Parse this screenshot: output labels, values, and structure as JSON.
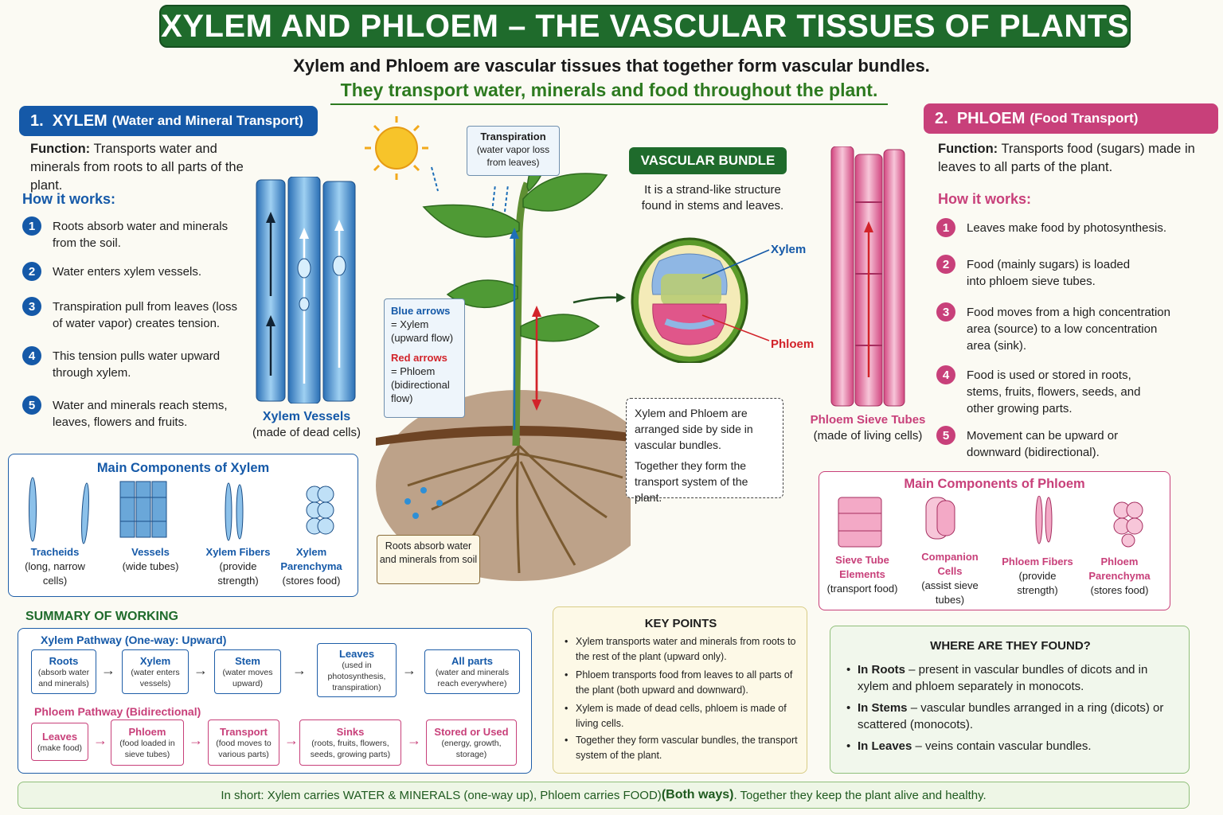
{
  "title": "XYLEM AND PHLOEM – THE VASCULAR TISSUES OF PLANTS",
  "subtitle_1": "Xylem and Phloem are vascular tissues that together form vascular bundles.",
  "subtitle_2": "They transport water, minerals and food throughout the plant.",
  "xylem": {
    "heading_num": "1.",
    "heading": "XYLEM",
    "heading_sub": "(Water and Mineral Transport)",
    "function_label": "Function:",
    "function_text": "Transports water and minerals from roots to all parts of the plant.",
    "how_label": "How it works:",
    "steps": [
      {
        "n": "1",
        "text": "Roots absorb water and minerals from the soil."
      },
      {
        "n": "2",
        "text": "Water enters xylem vessels."
      },
      {
        "n": "3",
        "text": "Transpiration pull from leaves (loss of water vapor) creates tension."
      },
      {
        "n": "4",
        "text": "This tension pulls water upward through xylem."
      },
      {
        "n": "5",
        "text": "Water and minerals reach stems, leaves, flowers and fruits."
      }
    ],
    "vessel_caption": "Xylem Vessels",
    "vessel_sub": "(made of dead cells)",
    "components_title": "Main Components of Xylem",
    "components": [
      {
        "name": "Tracheids",
        "desc": "(long, narrow cells)"
      },
      {
        "name": "Vessels",
        "desc": "(wide tubes)"
      },
      {
        "name": "Xylem Fibers",
        "desc": "(provide strength)"
      },
      {
        "name": "Xylem Parenchyma",
        "desc": "(stores food)"
      }
    ]
  },
  "phloem": {
    "heading_num": "2.",
    "heading": "PHLOEM",
    "heading_sub": "(Food Transport)",
    "function_label": "Function:",
    "function_text": "Transports food (sugars) made in leaves to all parts of the plant.",
    "how_label": "How it works:",
    "steps": [
      {
        "n": "1",
        "text": "Leaves make food by photosynthesis."
      },
      {
        "n": "2",
        "text": "Food (mainly sugars) is loaded into phloem sieve tubes."
      },
      {
        "n": "3",
        "text": "Food moves from a high concentration area (source) to a low concentration area (sink)."
      },
      {
        "n": "4",
        "text": "Food is used or stored in roots, stems, fruits, flowers, seeds, and other growing parts."
      },
      {
        "n": "5",
        "text": "Movement can be upward or downward (bidirectional)."
      }
    ],
    "tube_caption": "Phloem Sieve Tubes",
    "tube_sub": "(made of living cells)",
    "components_title": "Main Components of Phloem",
    "components": [
      {
        "name": "Sieve Tube Elements",
        "desc": "(transport food)"
      },
      {
        "name": "Companion Cells",
        "desc": "(assist sieve tubes)"
      },
      {
        "name": "Phloem Fibers",
        "desc": "(provide strength)"
      },
      {
        "name": "Phloem Parenchyma",
        "desc": "(stores food)"
      }
    ]
  },
  "center": {
    "transpiration_title": "Transpiration",
    "transpiration_desc": "(water vapor loss from leaves)",
    "blue_title": "Blue arrows",
    "blue_desc": "= Xylem (upward flow)",
    "red_title": "Red arrows",
    "red_desc": "= Phloem (bidirectional flow)",
    "roots_note": "Roots absorb water and minerals from soil",
    "vb_heading": "VASCULAR BUNDLE",
    "vb_desc": "It is a strand-like structure found in stems and leaves.",
    "label_xylem": "Xylem",
    "label_phloem": "Phloem",
    "vb_note_1": "Xylem and Phloem are arranged side by side in vascular bundles.",
    "vb_note_2": "Together they form the transport system of the plant."
  },
  "summary": {
    "title": "SUMMARY OF WORKING",
    "xylem_path_title": "Xylem Pathway (One-way: Upward)",
    "xylem_path": [
      {
        "t": "Roots",
        "d": "(absorb water and minerals)"
      },
      {
        "t": "Xylem",
        "d": "(water enters vessels)"
      },
      {
        "t": "Stem",
        "d": "(water moves upward)"
      },
      {
        "t": "Leaves",
        "d": "(used in photosynthesis, transpiration)"
      },
      {
        "t": "All parts",
        "d": "(water and minerals reach everywhere)"
      }
    ],
    "phloem_path_title": "Phloem Pathway (Bidirectional)",
    "phloem_path": [
      {
        "t": "Leaves",
        "d": "(make food)"
      },
      {
        "t": "Phloem",
        "d": "(food loaded in sieve tubes)"
      },
      {
        "t": "Transport",
        "d": "(food moves to various parts)"
      },
      {
        "t": "Sinks",
        "d": "(roots, fruits, flowers, seeds, growing parts)"
      },
      {
        "t": "Stored or Used",
        "d": "(energy, growth, storage)"
      }
    ]
  },
  "key_points": {
    "title": "KEY POINTS",
    "items": [
      "Xylem transports water and minerals from roots to the rest of the plant (upward only).",
      "Phloem transports food from leaves to all parts of the plant (both upward and downward).",
      "Xylem is made of dead cells, phloem is made of living cells.",
      "Together they form vascular bundles, the transport system of the plant."
    ]
  },
  "where_found": {
    "title": "WHERE ARE THEY FOUND?",
    "items": [
      {
        "b": "In Roots",
        "t": " – present in vascular bundles of dicots and in xylem and phloem separately in monocots."
      },
      {
        "b": "In Stems",
        "t": " – vascular bundles arranged in a ring (dicots) or scattered (monocots)."
      },
      {
        "b": "In Leaves",
        "t": " – veins contain vascular bundles."
      }
    ]
  },
  "bottom_summary_a": "In short: Xylem carries WATER & MINERALS (one-way up), Phloem carries FOOD) ",
  "bottom_summary_b": "(Both ways)",
  "bottom_summary_c": ". Together they keep the plant alive and healthy.",
  "colors": {
    "xylem_blue": "#1559a8",
    "phloem_pink": "#c8407a",
    "header_green": "#1f6b2c"
  }
}
